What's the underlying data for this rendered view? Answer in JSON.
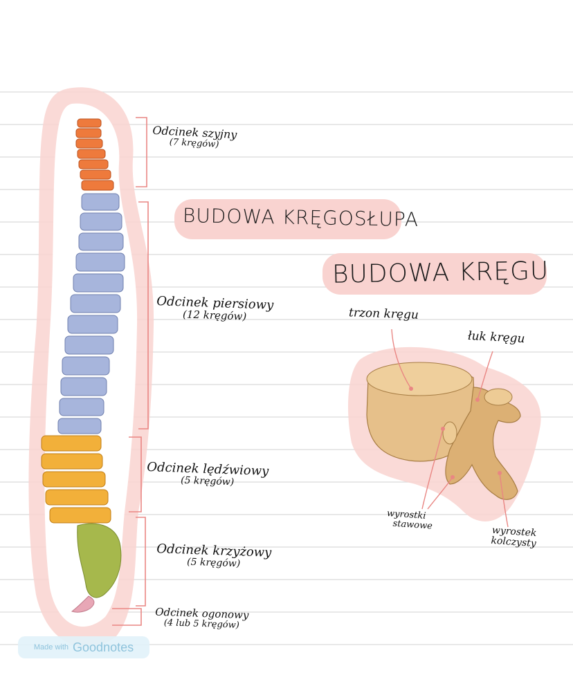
{
  "titles": {
    "spine": "BUDOWA KRĘGOSŁUPA",
    "vertebra": "BUDOWA KRĘGU"
  },
  "spine_sections": [
    {
      "name": "Odcinek szyjny",
      "count": "(7 kręgów)"
    },
    {
      "name": "Odcinek piersiowy",
      "count": "(12 kręgów)"
    },
    {
      "name": "Odcinek lędźwiowy",
      "count": "(5 kręgów)"
    },
    {
      "name": "Odcinek krzyżowy",
      "count": "(5 kręgów)"
    },
    {
      "name": "Odcinek ogonowy",
      "count": "(4 lub 5 kręgów)"
    }
  ],
  "vertebra_labels": {
    "body": "trzon kręgu",
    "arch": "łuk kręgu",
    "articular_line1": "wyrostki",
    "articular_line2": "stawowe",
    "spinous_line1": "wyrostek",
    "spinous_line2": "kolczysty"
  },
  "watermark": {
    "small": "Made with",
    "brand": "Goodnotes"
  },
  "colors": {
    "cervical": "#ee7a3c",
    "thoracic": "#a7b5dc",
    "lumbar": "#f2b03a",
    "sacral": "#a6b84c",
    "coccyx": "#e8a7b6",
    "highlight": "#f9d3d0",
    "bracket": "#e98683",
    "bone": "#e6c08a"
  }
}
